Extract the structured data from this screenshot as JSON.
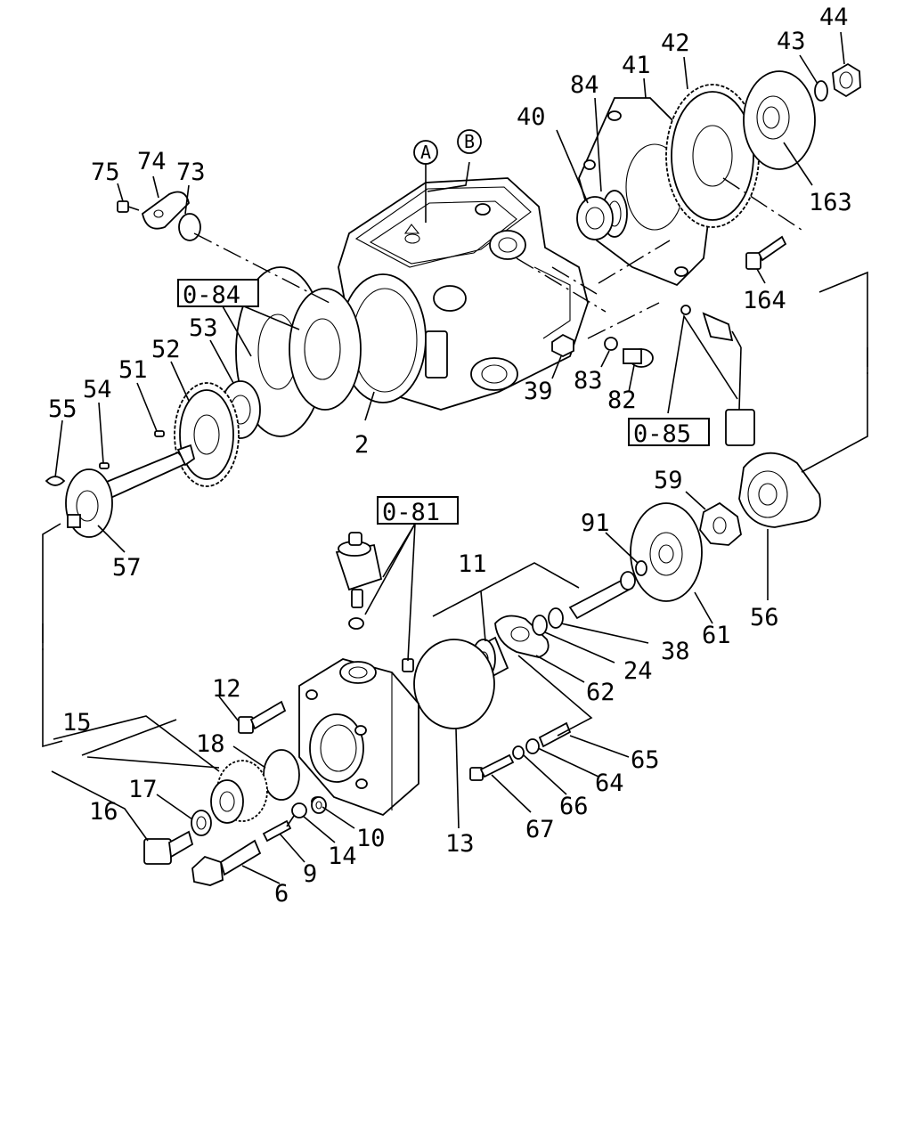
{
  "diagram": {
    "type": "exploded-parts",
    "callouts": [
      {
        "text": "44"
      },
      {
        "text": "43"
      },
      {
        "text": "42"
      },
      {
        "text": "41"
      },
      {
        "text": "84"
      },
      {
        "text": "40"
      },
      {
        "text": "163"
      },
      {
        "text": "164"
      },
      {
        "text": "75"
      },
      {
        "text": "74"
      },
      {
        "text": "73"
      },
      {
        "text": "39"
      },
      {
        "text": "83"
      },
      {
        "text": "82"
      },
      {
        "text": "53"
      },
      {
        "text": "52"
      },
      {
        "text": "51"
      },
      {
        "text": "54"
      },
      {
        "text": "55"
      },
      {
        "text": "2"
      },
      {
        "text": "57"
      },
      {
        "text": "59"
      },
      {
        "text": "91"
      },
      {
        "text": "11"
      },
      {
        "text": "56"
      },
      {
        "text": "61"
      },
      {
        "text": "38"
      },
      {
        "text": "24"
      },
      {
        "text": "62"
      },
      {
        "text": "12"
      },
      {
        "text": "15"
      },
      {
        "text": "18"
      },
      {
        "text": "17"
      },
      {
        "text": "16"
      },
      {
        "text": "9"
      },
      {
        "text": "14"
      },
      {
        "text": "10"
      },
      {
        "text": "13"
      },
      {
        "text": "6"
      },
      {
        "text": "65"
      },
      {
        "text": "64"
      },
      {
        "text": "66"
      },
      {
        "text": "67"
      }
    ],
    "refs": [
      {
        "text": "0-84"
      },
      {
        "text": "0-85"
      },
      {
        "text": "0-81"
      }
    ],
    "markers": [
      {
        "text": "A"
      },
      {
        "text": "B"
      }
    ]
  }
}
